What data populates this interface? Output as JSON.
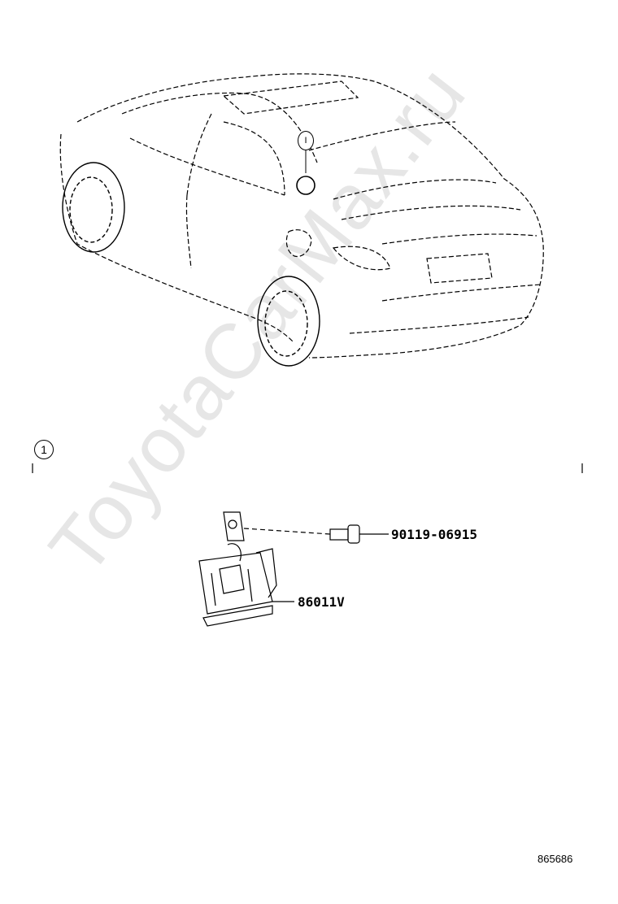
{
  "watermark": "ToyotaCarMax.ru",
  "overview": {
    "callout": "I"
  },
  "detail": {
    "callout": "1",
    "parts": [
      {
        "number": "90119-06915"
      },
      {
        "number": "86011V"
      }
    ]
  },
  "image_id": "865686"
}
